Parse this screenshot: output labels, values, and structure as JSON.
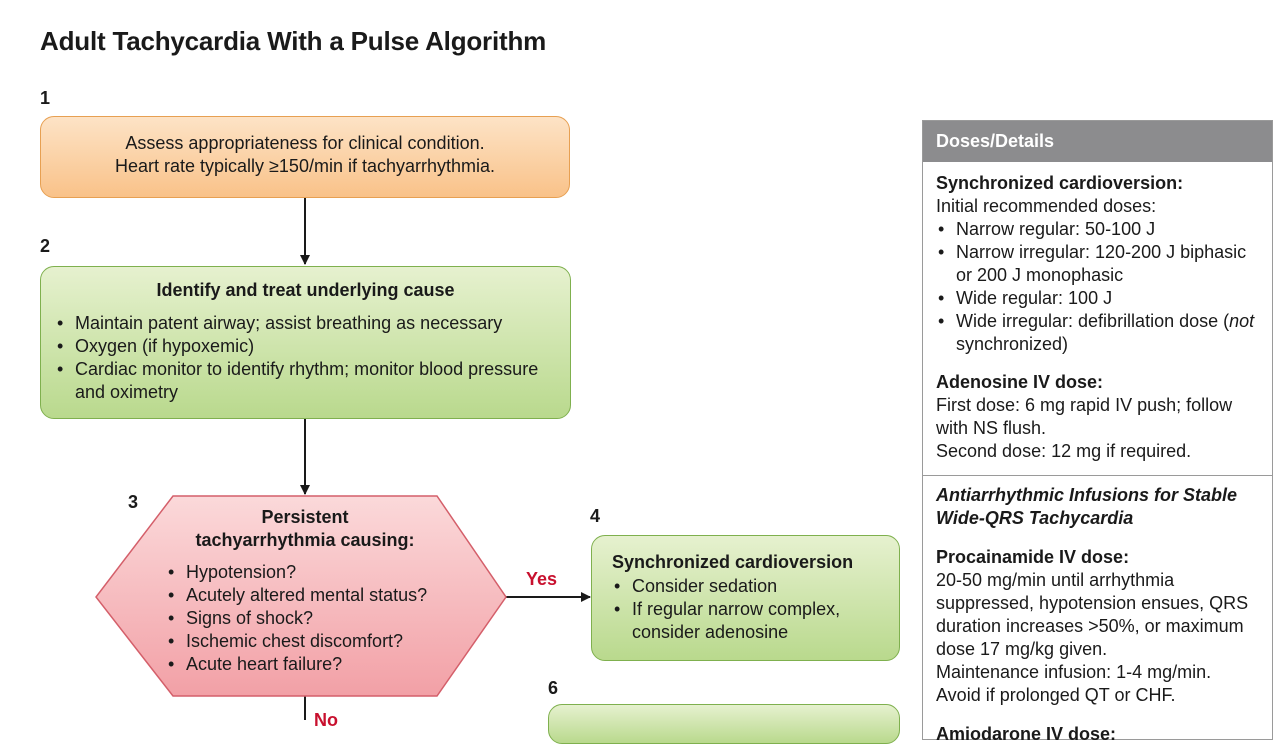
{
  "title": "Adult Tachycardia With a Pulse Algorithm",
  "step1": {
    "num": "1",
    "line1": "Assess appropriateness for clinical condition.",
    "line2": "Heart rate typically ≥150/min if tachyarrhythmia."
  },
  "step2": {
    "num": "2",
    "heading": "Identify and treat underlying cause",
    "items": [
      "Maintain patent airway; assist breathing as necessary",
      "Oxygen (if hypoxemic)",
      "Cardiac monitor to identify rhythm; monitor blood pressure and oximetry"
    ]
  },
  "step3": {
    "num": "3",
    "heading_line1": "Persistent",
    "heading_line2": "tachyarrhythmia causing:",
    "items": [
      "Hypotension?",
      "Acutely altered mental status?",
      "Signs of shock?",
      "Ischemic chest discomfort?",
      "Acute heart failure?"
    ]
  },
  "yes_label": "Yes",
  "no_label": "No",
  "step4": {
    "num": "4",
    "heading": "Synchronized cardioversion",
    "items": [
      "Consider sedation",
      "If regular narrow complex, consider adenosine"
    ]
  },
  "step6": {
    "num": "6"
  },
  "panel": {
    "header": "Doses/Details",
    "sync": {
      "heading": "Synchronized cardioversion:",
      "intro": "Initial recommended doses:",
      "items": [
        "Narrow regular: 50-100 J",
        "Narrow irregular: 120-200 J biphasic or 200 J monophasic",
        "Wide regular: 100 J"
      ],
      "last_item_pre": "Wide irregular: defibrillation dose (",
      "last_item_em": "not",
      "last_item_post": " synchronized)"
    },
    "adenosine": {
      "heading": "Adenosine IV dose:",
      "line1": "First dose: 6 mg rapid IV push; follow with NS flush.",
      "line2": "Second dose: 12 mg if required."
    },
    "infusions": {
      "heading": "Antiarrhythmic Infusions for Stable Wide-QRS Tachycardia"
    },
    "procainamide": {
      "heading": "Procainamide IV dose:",
      "text": "20-50 mg/min until arrhythmia suppressed, hypotension ensues, QRS duration increases >50%, or maximum dose 17 mg/kg given.",
      "maint": "Maintenance infusion: 1-4 mg/min.",
      "avoid": "Avoid if prolonged QT or CHF."
    },
    "amiodarone": {
      "heading": "Amiodarone IV dose:"
    }
  },
  "colors": {
    "orange_fill": "#f9c289",
    "green_fill": "#b9d98d",
    "pink_fill": "#f4a7ac",
    "accent_red": "#c8102e",
    "panel_header": "#8c8c8e"
  }
}
